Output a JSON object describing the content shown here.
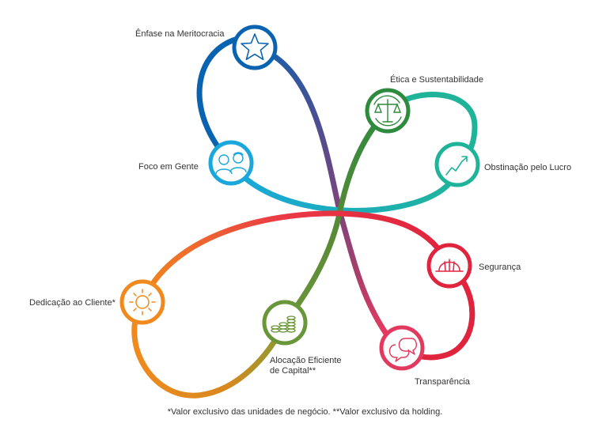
{
  "values": [
    {
      "id": "meritocracia",
      "label": "Ênfase na Meritocracia",
      "color": "#0a63b1",
      "icon": "star-icon"
    },
    {
      "id": "etica",
      "label": "Ética e Sustentabilidade",
      "color": "#2e8b3e",
      "icon": "scales-icon"
    },
    {
      "id": "lucro",
      "label": "Obstinação pelo Lucro",
      "color": "#1fb39a",
      "icon": "chart-up-icon"
    },
    {
      "id": "gente",
      "label": "Foco em Gente",
      "color": "#1aa7dc",
      "icon": "people-icon"
    },
    {
      "id": "seguranca",
      "label": "Segurança",
      "color": "#e0243d",
      "icon": "hardhat-icon"
    },
    {
      "id": "cliente",
      "label": "Dedicação ao Cliente*",
      "color": "#f08a1e",
      "icon": "sun-icon"
    },
    {
      "id": "alocacao",
      "label": "Alocação Eficiente\nde Capital**",
      "color": "#6a963a",
      "icon": "coins-icon"
    },
    {
      "id": "transparencia",
      "label": "Transparência",
      "color": "#e23a5e",
      "icon": "speech-bubbles-icon"
    }
  ],
  "footnote": "*Valor exclusivo das unidades de negócio. **Valor exclusivo da holding."
}
